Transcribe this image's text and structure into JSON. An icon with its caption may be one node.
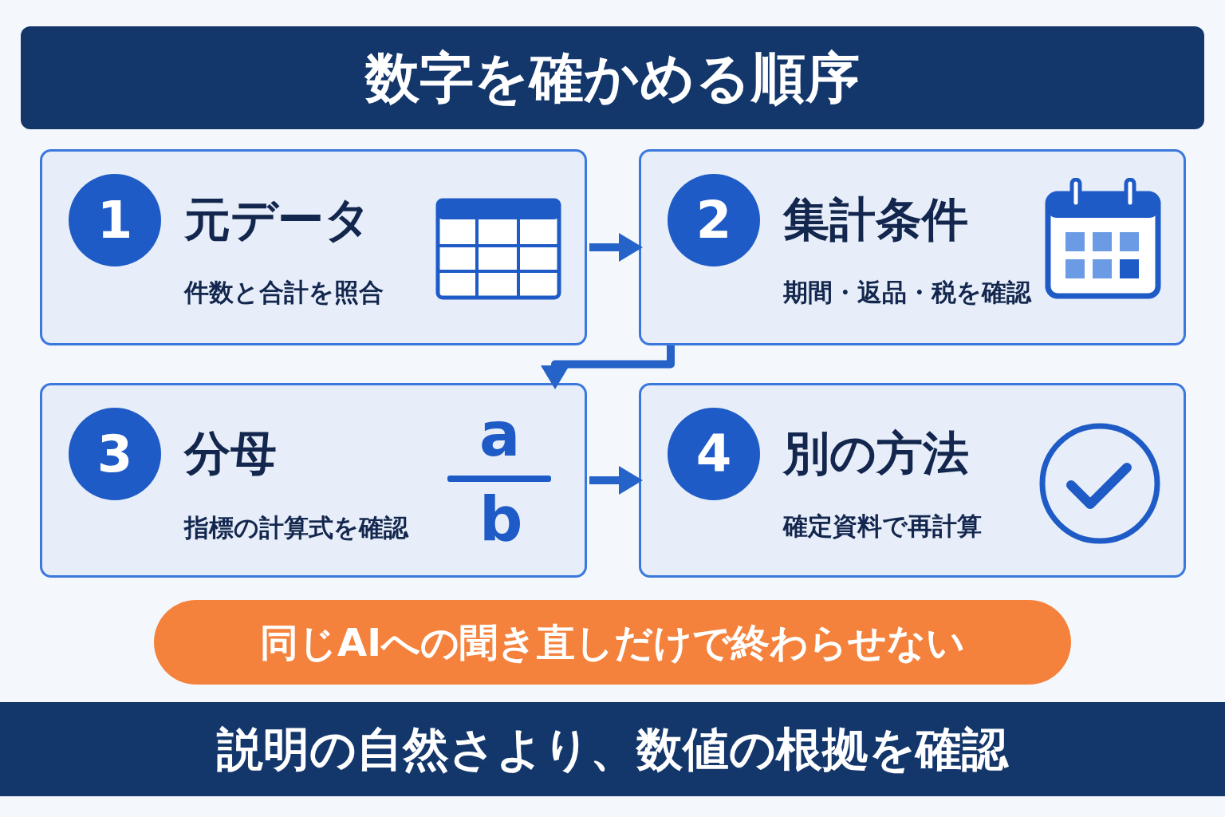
{
  "diagram": {
    "title": "数字を確かめる順序",
    "nodes": [
      {
        "text": [
          "1",
          "元データ",
          "件数と合計を照合"
        ]
      },
      {
        "text": [
          "2",
          "集計条件",
          "期間・返品・税を確認"
        ]
      },
      {
        "text": [
          "3",
          "分母",
          "指標の計算式を確認",
          "a",
          "b"
        ]
      },
      {
        "text": [
          "4",
          "別の方法",
          "確定資料で再計算"
        ]
      },
      {
        "text": [
          "同じAIへの聞き直しだけで終わらせない"
        ]
      },
      {
        "text": [
          "説明の自然さより、数値の根拠を確認"
        ]
      }
    ],
    "edges": [
      {
        "from": 0,
        "to": 1,
        "arrow": "to"
      },
      {
        "from": 1,
        "to": 2,
        "arrow": "to"
      },
      {
        "from": 2,
        "to": 3,
        "arrow": "to"
      }
    ]
  }
}
